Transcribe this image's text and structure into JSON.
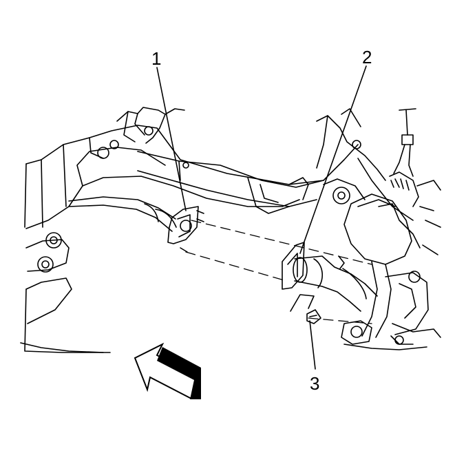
{
  "callouts": {
    "c1": "1",
    "c2": "2",
    "c3": "3"
  },
  "colors": {
    "line": "#000000",
    "background": "#ffffff",
    "arrow_fill": "#000000"
  }
}
